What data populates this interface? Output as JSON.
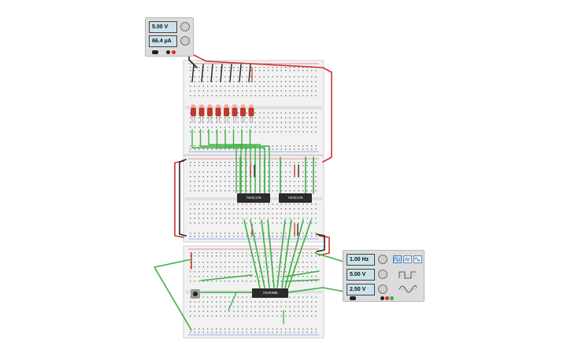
{
  "power_supply": {
    "voltage": "5.00 V",
    "current": "66.4 µA"
  },
  "function_generator": {
    "frequency": "1.00 Hz",
    "amplitude": "5.00 V",
    "offset": "2.50 V",
    "waveforms": [
      "square",
      "triangle",
      "sine"
    ],
    "selected_waveform": "square"
  },
  "chips": {
    "chip_1": "74HC175",
    "chip_2": "74HC175",
    "chip_3": "74HC595"
  },
  "leds": {
    "count": 8,
    "color": "#c0392b"
  },
  "colors": {
    "wire_green": "#3cb043",
    "wire_red": "#d32f2f",
    "wire_black": "#222222",
    "breadboard": "#f2f2f2",
    "lcd": "#c9e2ec"
  }
}
